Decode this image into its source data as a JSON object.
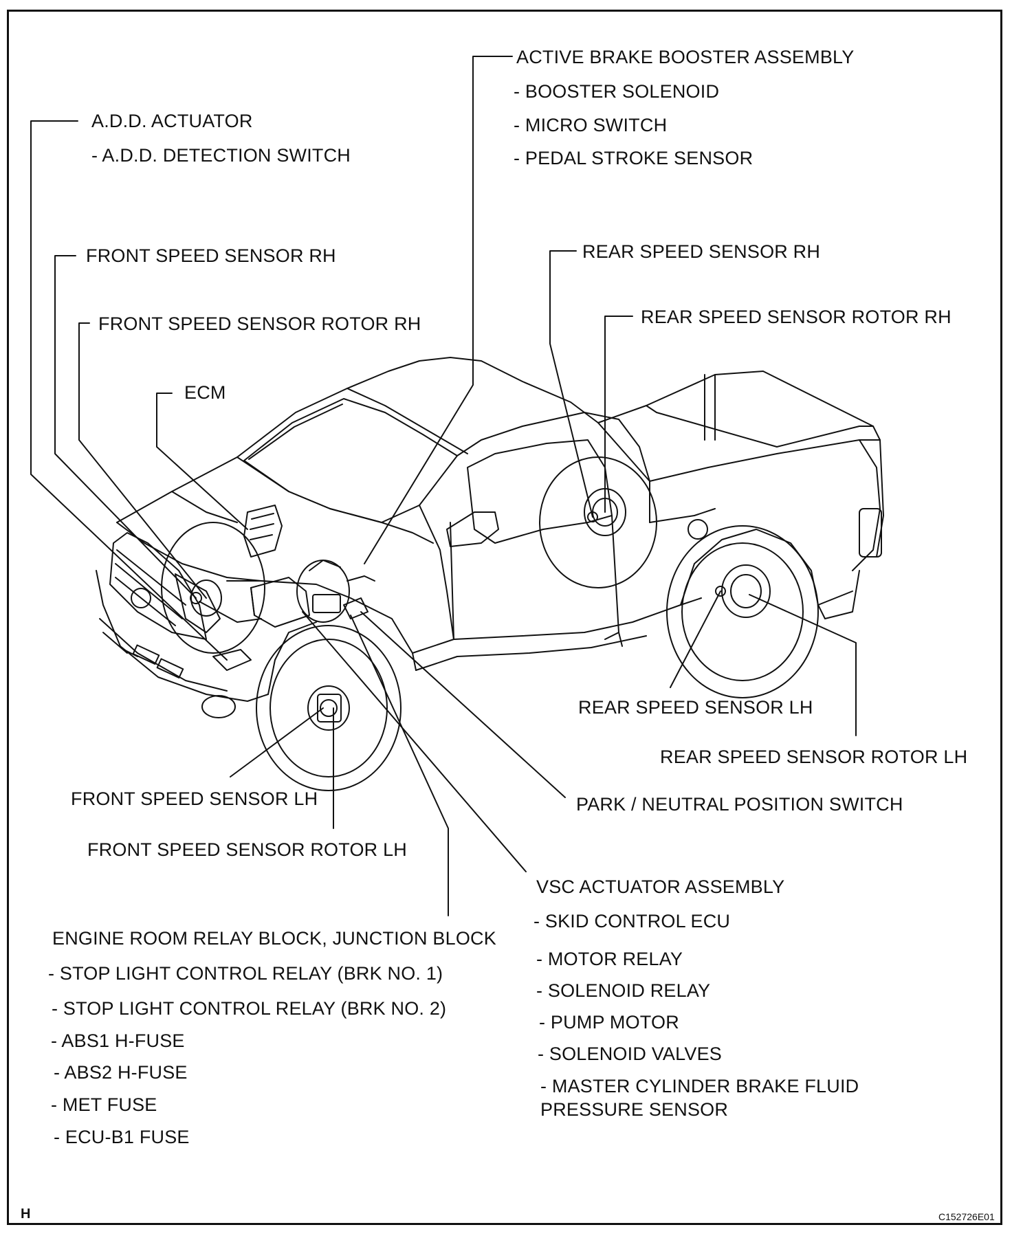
{
  "labels": {
    "active_brake_booster": "ACTIVE BRAKE BOOSTER ASSEMBLY",
    "booster_solenoid": "- BOOSTER SOLENOID",
    "micro_switch": "- MICRO SWITCH",
    "pedal_stroke_sensor": "- PEDAL STROKE SENSOR",
    "add_actuator": "A.D.D. ACTUATOR",
    "add_detection_switch": "- A.D.D. DETECTION SWITCH",
    "front_speed_sensor_rh": "FRONT SPEED SENSOR RH",
    "front_speed_sensor_rotor_rh": "FRONT SPEED SENSOR ROTOR RH",
    "ecm": "ECM",
    "rear_speed_sensor_rh": "REAR SPEED SENSOR RH",
    "rear_speed_sensor_rotor_rh": "REAR SPEED SENSOR ROTOR RH",
    "rear_speed_sensor_lh": "REAR SPEED SENSOR LH",
    "rear_speed_sensor_rotor_lh": "REAR SPEED SENSOR ROTOR LH",
    "front_speed_sensor_lh": "FRONT SPEED SENSOR LH",
    "front_speed_sensor_rotor_lh": "FRONT SPEED SENSOR ROTOR LH",
    "park_neutral_switch": "PARK / NEUTRAL POSITION SWITCH",
    "vsc_actuator": "VSC ACTUATOR ASSEMBLY",
    "skid_control_ecu": "- SKID CONTROL ECU",
    "motor_relay": "- MOTOR RELAY",
    "solenoid_relay": "- SOLENOID RELAY",
    "pump_motor": "- PUMP MOTOR",
    "solenoid_valves": "- SOLENOID VALVES",
    "master_cyl_1": "- MASTER CYLINDER BRAKE FLUID",
    "master_cyl_2": "PRESSURE SENSOR",
    "engine_room_relay": "ENGINE ROOM RELAY BLOCK, JUNCTION BLOCK",
    "stop_light_relay_1": "- STOP LIGHT CONTROL RELAY (BRK NO. 1)",
    "stop_light_relay_2": "- STOP LIGHT CONTROL RELAY (BRK NO. 2)",
    "abs1_fuse": "- ABS1 H-FUSE",
    "abs2_fuse": "- ABS2 H-FUSE",
    "met_fuse": "- MET FUSE",
    "ecu_b1_fuse": "- ECU-B1 FUSE"
  },
  "corner_letter": "H",
  "figure_code": "C152726E01"
}
